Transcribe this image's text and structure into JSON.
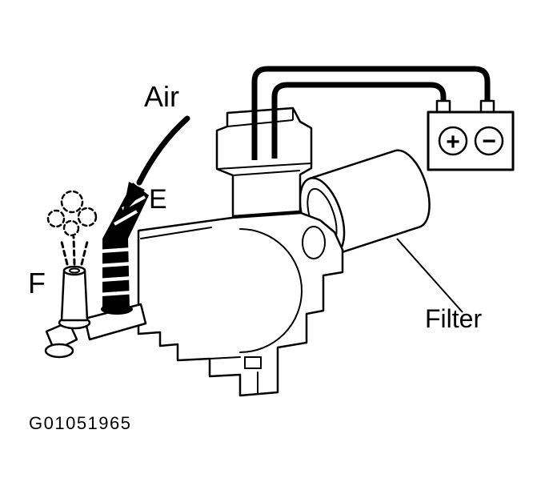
{
  "figure": {
    "id": "G01051965",
    "labels": {
      "air": "Air",
      "port_e": "E",
      "port_f": "F",
      "filter": "Filter"
    },
    "battery": {
      "plus": "+",
      "minus": "−"
    },
    "colors": {
      "line": "#000000",
      "background": "#ffffff"
    }
  }
}
